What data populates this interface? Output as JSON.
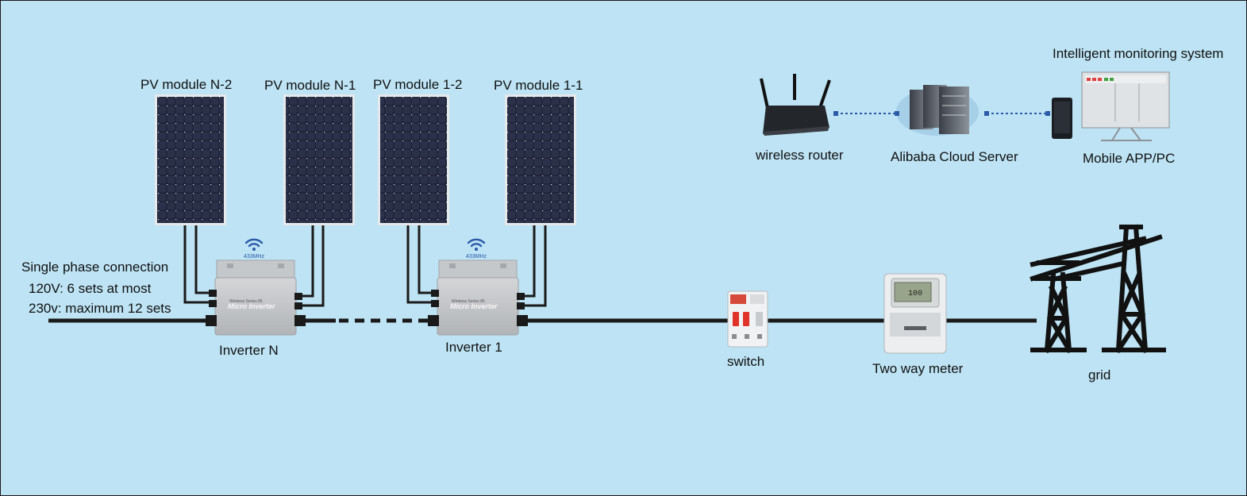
{
  "pv_modules": [
    {
      "label": "PV module N-2"
    },
    {
      "label": "PV module N-1"
    },
    {
      "label": "PV module 1-2"
    },
    {
      "label": "PV module 1-1"
    }
  ],
  "inverters": [
    {
      "label": "Inverter N",
      "brand_line": "Wireless Series 85",
      "model": "Micro Inverter",
      "wifi_label": "433MHz"
    },
    {
      "label": "Inverter 1",
      "brand_line": "Wireless Series 85",
      "model": "Micro Inverter",
      "wifi_label": "433MHz"
    }
  ],
  "connection_note": {
    "title": "Single phase connection",
    "line1": "120V: 6 sets at most",
    "line2": "230v: maximum 12 sets"
  },
  "monitoring": {
    "title": "Intelligent monitoring system",
    "router_label": "wireless router",
    "cloud_label": "Alibaba Cloud Server",
    "app_label": "Mobile APP/PC"
  },
  "switch_label": "switch",
  "meter": {
    "label": "Two way meter",
    "display_value": "100"
  },
  "grid_label": "grid",
  "colors": {
    "background": "#bde3f4",
    "wire": "#1a1a1a",
    "link": "#2a5aa8",
    "panel": "#1d2236"
  }
}
